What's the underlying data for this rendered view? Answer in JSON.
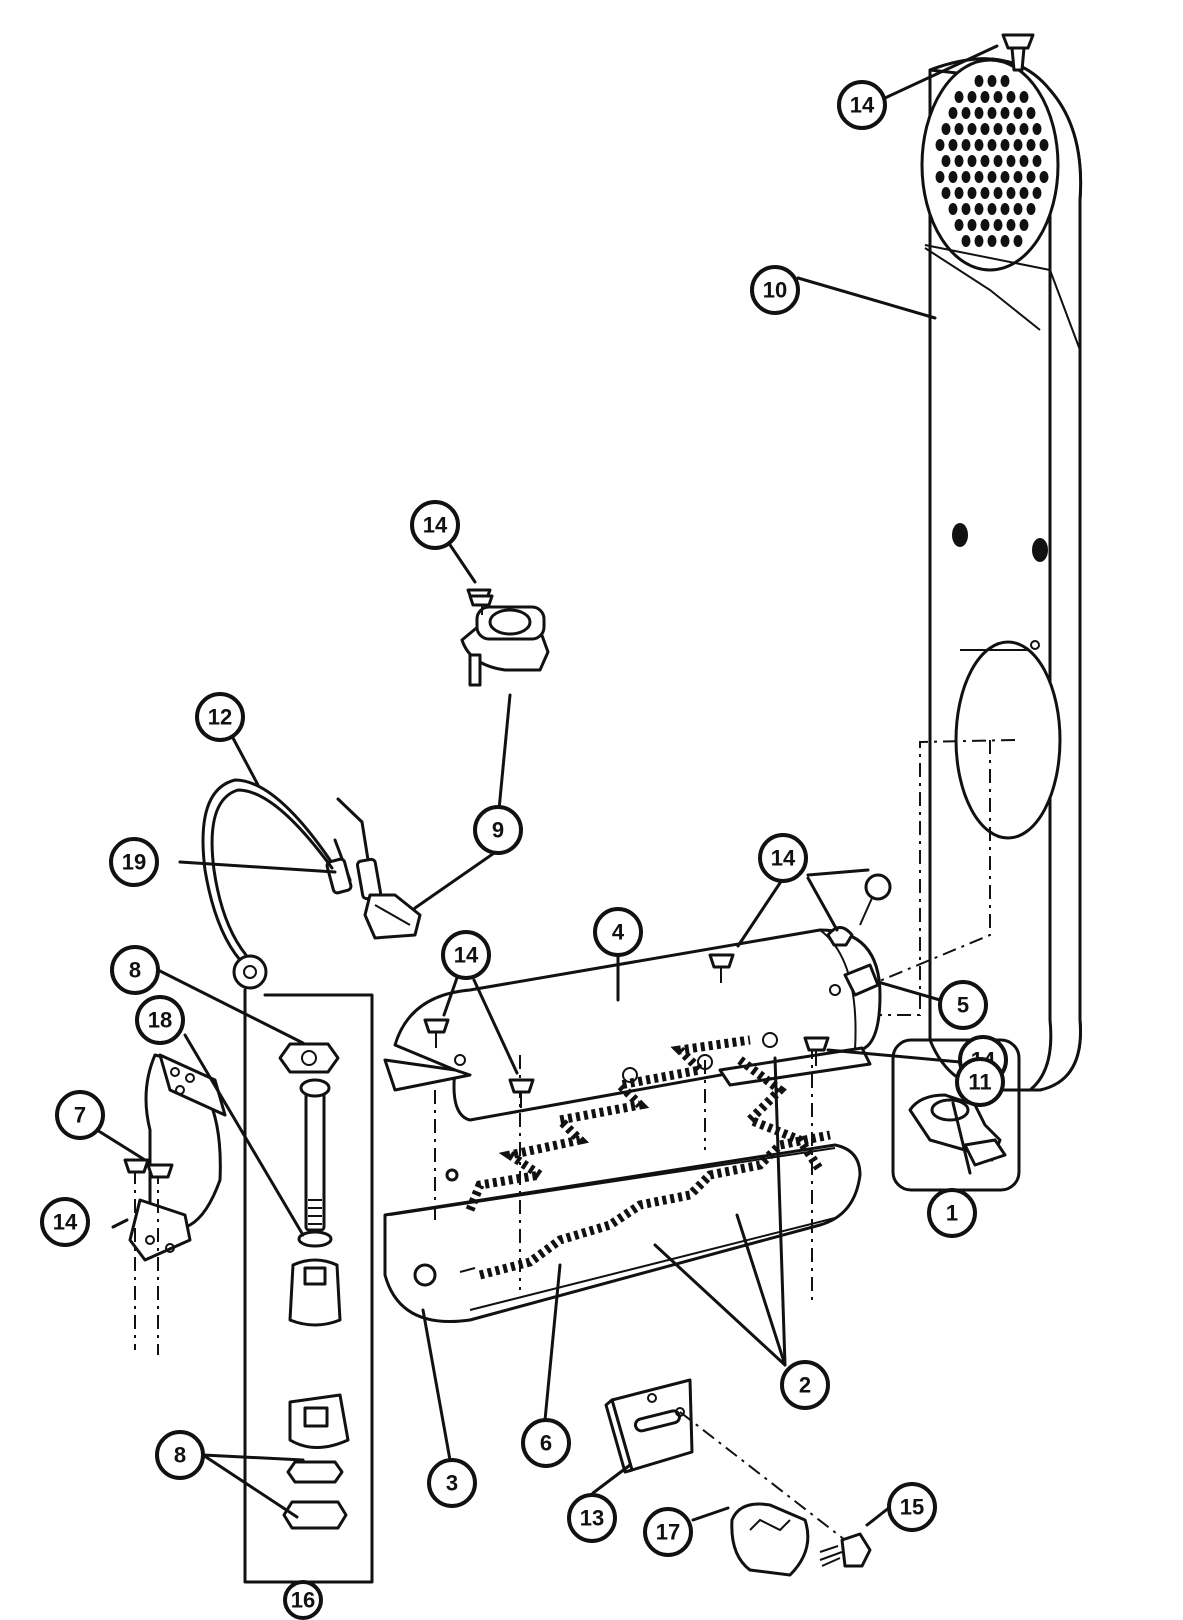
{
  "callouts": [
    {
      "id": "c14a",
      "label": "14"
    },
    {
      "id": "c10",
      "label": "10"
    },
    {
      "id": "c14b",
      "label": "14"
    },
    {
      "id": "c12",
      "label": "12"
    },
    {
      "id": "c9",
      "label": "9"
    },
    {
      "id": "c19",
      "label": "19"
    },
    {
      "id": "c14c",
      "label": "14"
    },
    {
      "id": "c4",
      "label": "4"
    },
    {
      "id": "c14d",
      "label": "14"
    },
    {
      "id": "c8a",
      "label": "8"
    },
    {
      "id": "c18",
      "label": "18"
    },
    {
      "id": "c5",
      "label": "5"
    },
    {
      "id": "c14e",
      "label": "14"
    },
    {
      "id": "c7",
      "label": "7"
    },
    {
      "id": "c14f",
      "label": "14"
    },
    {
      "id": "c11",
      "label": "11"
    },
    {
      "id": "c1",
      "label": "1"
    },
    {
      "id": "c2",
      "label": "2"
    },
    {
      "id": "c6",
      "label": "6"
    },
    {
      "id": "c3",
      "label": "3"
    },
    {
      "id": "c8b",
      "label": "8"
    },
    {
      "id": "c13",
      "label": "13"
    },
    {
      "id": "c17",
      "label": "17"
    },
    {
      "id": "c15",
      "label": "15"
    },
    {
      "id": "c16",
      "label": "16"
    }
  ]
}
